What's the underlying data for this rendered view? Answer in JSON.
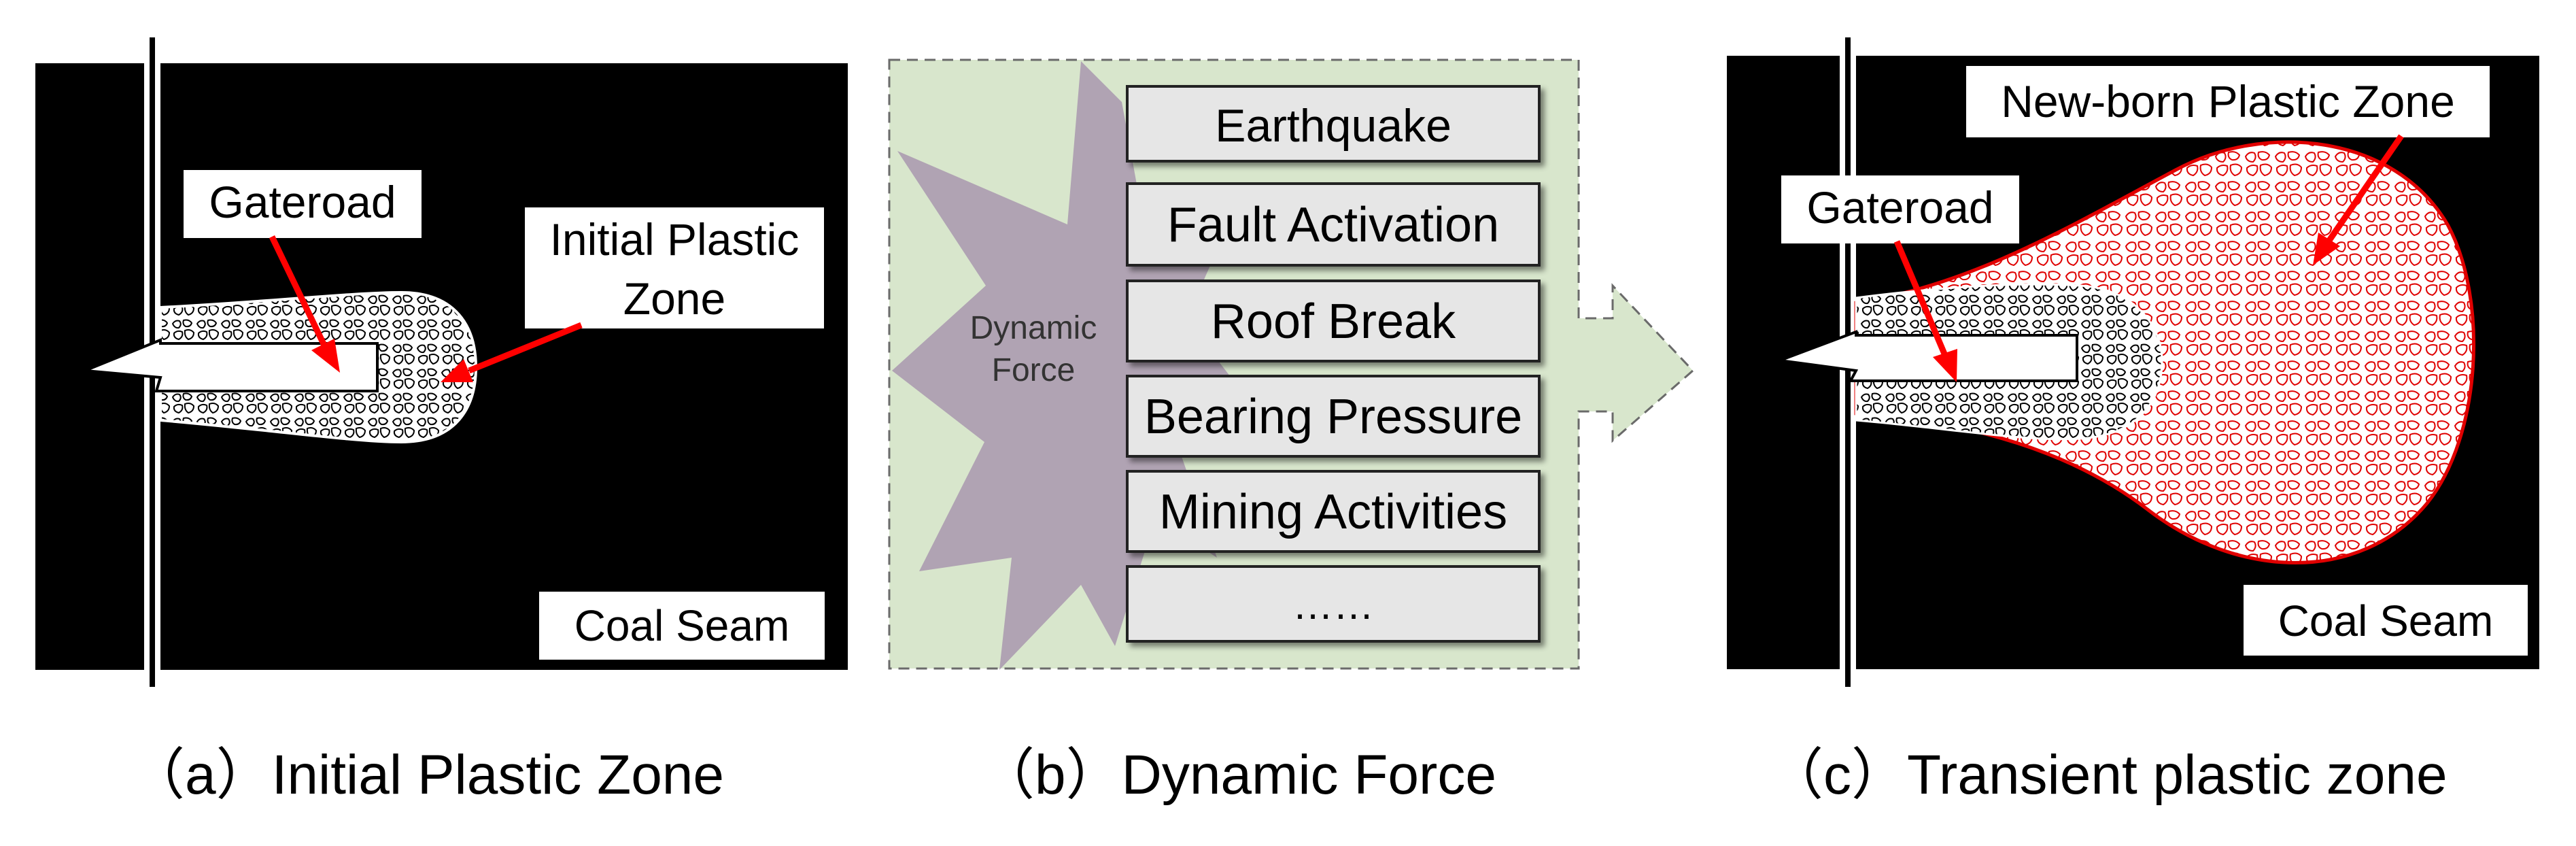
{
  "panel_a": {
    "gateroad_label": "Gateroad",
    "plastic_zone_label_line1": "Initial Plastic",
    "plastic_zone_label_line2": "Zone",
    "coal_seam_label": "Coal Seam",
    "caption": "（a）Initial Plastic Zone"
  },
  "panel_b": {
    "burst_label_line1": "Dynamic",
    "burst_label_line2": "Force",
    "items": [
      "Earthquake",
      "Fault Activation",
      "Roof Break",
      "Bearing Pressure",
      "Mining Activities",
      "……"
    ],
    "caption": "（b）Dynamic Force"
  },
  "panel_c": {
    "gateroad_label": "Gateroad",
    "newborn_zone_label": "New-born Plastic Zone",
    "coal_seam_label": "Coal Seam",
    "caption": "（c）Transient plastic zone"
  },
  "colors": {
    "background": "#000000",
    "arrow": "#ff0000",
    "panel_b_fill": "#d8e6cc",
    "burst": "#b0a3b3",
    "newborn_zone": "#e00000"
  }
}
